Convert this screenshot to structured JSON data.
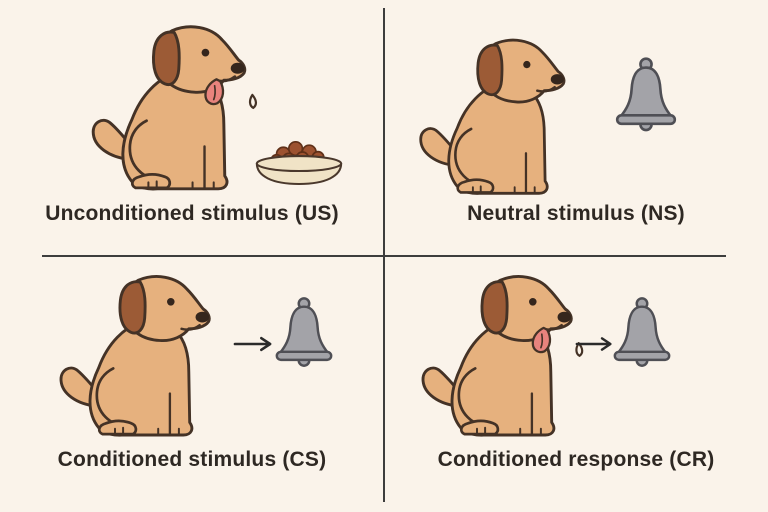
{
  "diagram": {
    "quadrants": [
      {
        "id": "US",
        "label": "Unconditioned stimulus (US)",
        "dog_state": "salivating",
        "object": "food-bowl",
        "arrow": false
      },
      {
        "id": "NS",
        "label": "Neutral stimulus (NS)",
        "dog_state": "attentive",
        "object": "bell",
        "arrow": false
      },
      {
        "id": "CS",
        "label": "Conditioned stimulus (CS)",
        "dog_state": "attentive",
        "object": "bell",
        "arrow": true
      },
      {
        "id": "CR",
        "label": "Conditioned response (CR)",
        "dog_state": "salivating",
        "object": "bell",
        "arrow": true
      }
    ],
    "icons": [
      "dog-icon",
      "dog-salivating-icon",
      "bell-icon",
      "food-bowl-icon",
      "arrow-icon",
      "drool-drop-icon"
    ]
  },
  "colors": {
    "background": "#faf3ea",
    "divider": "#3d3d3d",
    "text": "#2e2823",
    "dog_body": "#e6b17e",
    "dog_ear": "#9c5b36",
    "outline": "#443226",
    "tongue": "#e8837d",
    "bell": "#a3a3a8",
    "bell_outline": "#4f4f55",
    "bowl": "#f0e3c6",
    "kibble": "#9c5230",
    "arrow": "#2b2b2b"
  }
}
